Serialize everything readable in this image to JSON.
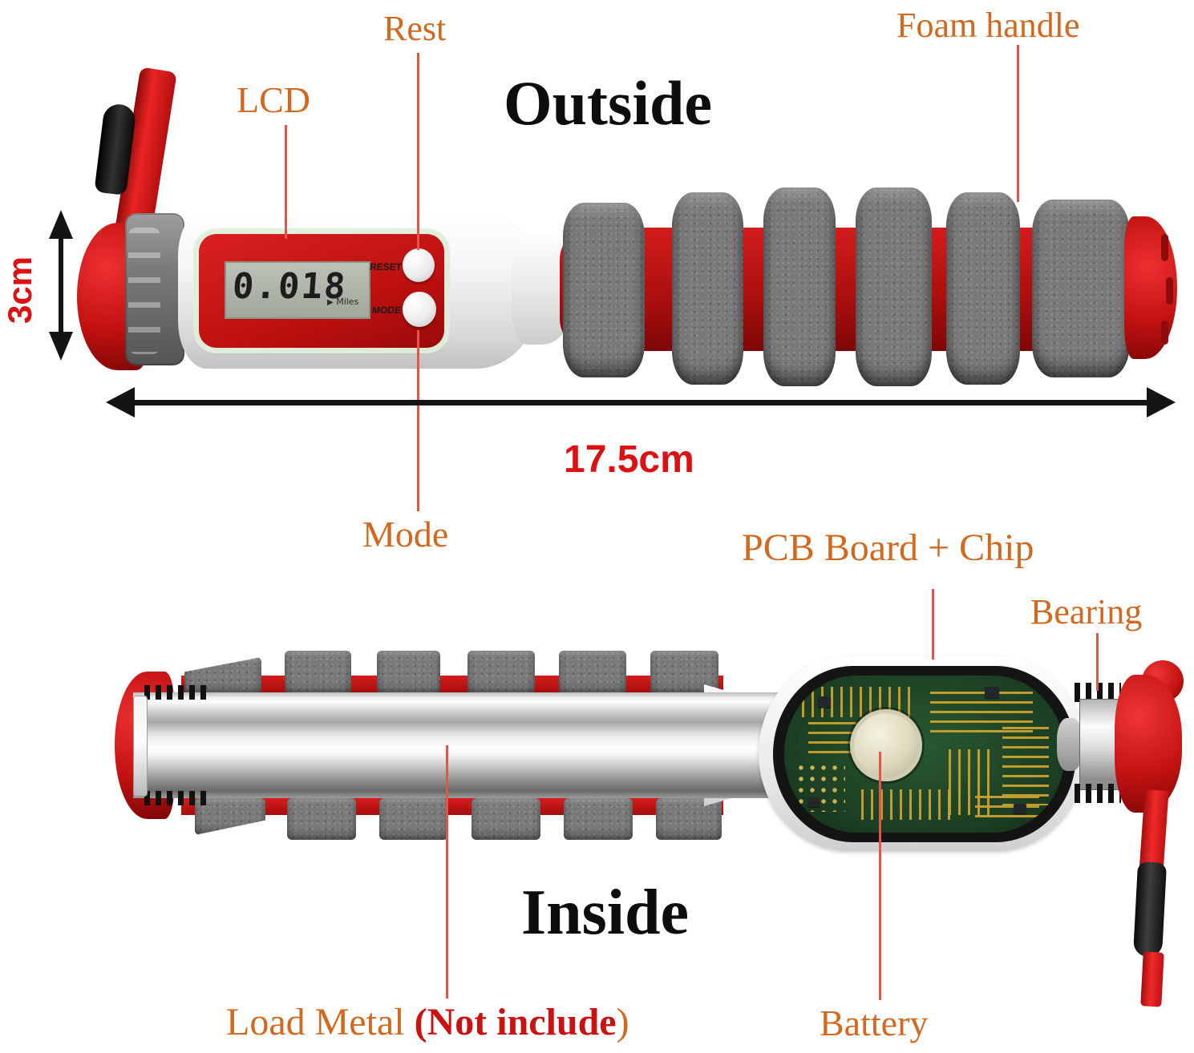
{
  "outside": {
    "title": "Outside",
    "labels": {
      "lcd": "LCD",
      "reset": "Rest",
      "mode": "Mode",
      "foam_handle": "Foam handle"
    },
    "dimensions": {
      "height": "3cm",
      "length": "17.5cm"
    },
    "device": {
      "display_value": "0.018",
      "display_unit_arrow": "▶",
      "display_unit": "Miles",
      "button_reset": "RESET",
      "button_mode": "MODE"
    }
  },
  "inside": {
    "title": "Inside",
    "labels": {
      "pcb": "PCB Board + Chip",
      "bearing": "Bearing",
      "battery": "Battery",
      "load_metal": "Load Metal ",
      "load_metal_note": "(Not include",
      "load_metal_close": ")"
    }
  },
  "colors": {
    "orange_label": "#d2691e",
    "red_text": "#dd1111",
    "leader_line": "#e0564a",
    "device_red": "#cf1818",
    "foam_gray": "#7a7a7a",
    "pcb_green": "#1d4023",
    "trace_gold": "#c9a12e",
    "lcd_screen": "#aab0a4"
  }
}
